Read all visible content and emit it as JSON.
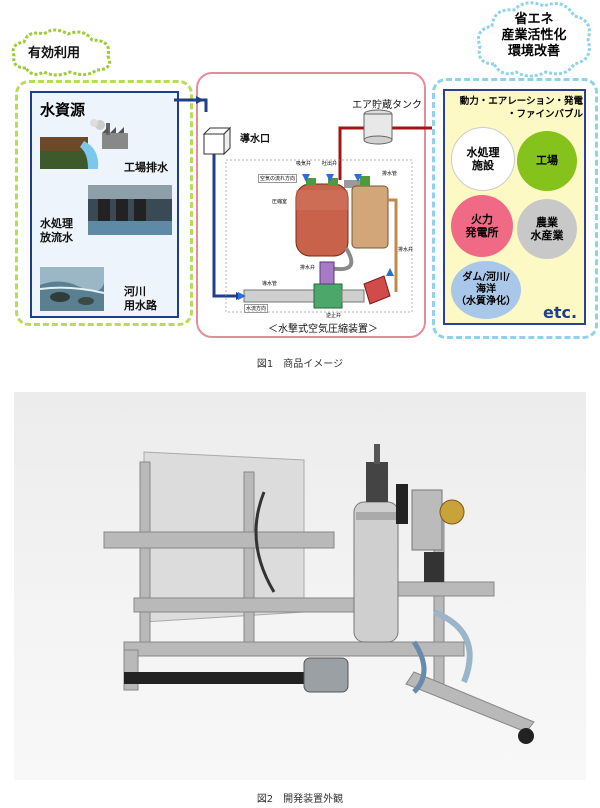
{
  "fig1": {
    "cloud_left": "有効利用",
    "cloud_right": [
      "省エネ",
      "産業活性化",
      "環境改善"
    ],
    "water_source_title": "水資源",
    "sources": [
      "工場排水",
      "水処理\n放流水",
      "河川\n用水路"
    ],
    "intake_label": "導水口",
    "tank_label": "エア貯蔵タンク",
    "device_caption": "＜水撃式空気圧縮装置＞",
    "diagram_small_labels": [
      "空気の流れ方向",
      "吸気弁",
      "吐出弁",
      "排水管",
      "圧縮室",
      "排水弁",
      "導水管",
      "水流方向",
      "逆止弁",
      "排水弁"
    ],
    "uses_title": "動力・エアレーション・発電\n・ファインバブル",
    "uses": [
      "水処理\n施設",
      "工場",
      "火力\n発電所",
      "農業\n水産業",
      "ダム/河川/\n海洋\n（水質浄化）"
    ],
    "etc": "etc.",
    "caption": "図1　商品イメージ"
  },
  "fig2": {
    "caption": "図2　開発装置外観"
  },
  "colors": {
    "green_dash": "#b7dc5a",
    "blue_dash": "#8fd3e8",
    "pink_border": "#e58c9a",
    "navy": "#1f3f8a",
    "dark_red": "#a31515",
    "circle_white": "#ffffff",
    "circle_green": "#86c21c",
    "circle_pink": "#f06a86",
    "circle_gray": "#c8c8c8",
    "circle_blue": "#a9c7e8"
  }
}
